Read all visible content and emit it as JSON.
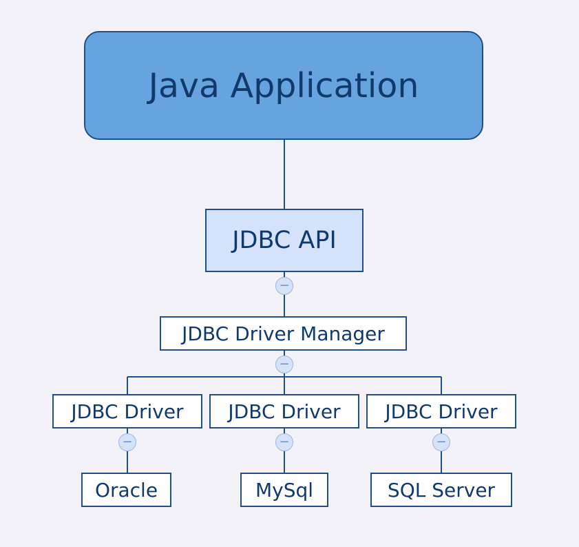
{
  "diagram": {
    "root": {
      "label": "Java Application"
    },
    "api": {
      "label": "JDBC API"
    },
    "manager": {
      "label": "JDBC Driver Manager"
    },
    "drivers": [
      {
        "label": "JDBC Driver",
        "database": "Oracle"
      },
      {
        "label": "JDBC Driver",
        "database": "MySql"
      },
      {
        "label": "JDBC Driver",
        "database": "SQL Server"
      }
    ],
    "collapse_symbol": "−"
  },
  "colors": {
    "background": "#f2f2f8",
    "root_fill": "#67a3df",
    "api_fill": "#d5e2fb",
    "node_fill": "#ffffff",
    "border": "#1f4f86",
    "text": "#0f3a6b"
  }
}
